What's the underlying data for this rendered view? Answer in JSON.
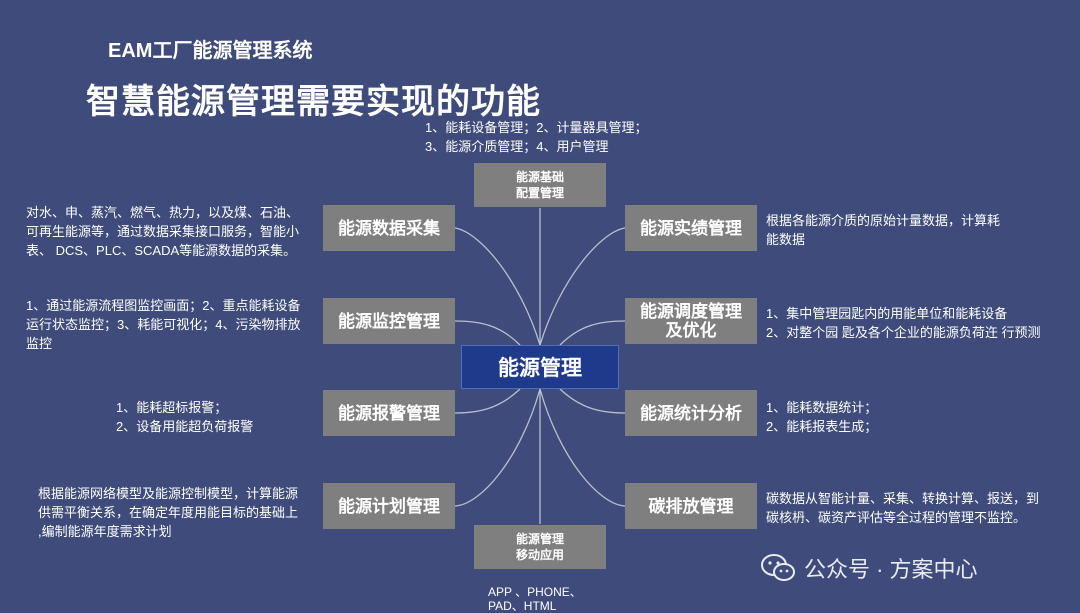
{
  "header": {
    "subtitle": "EAM工厂能源管理系统",
    "title": "智慧能源管理需要实现的功能"
  },
  "center": {
    "label": "能源管理"
  },
  "top_node": {
    "label_line1": "能源基础",
    "label_line2": "配置管理",
    "desc_line1": "1、能耗设备管理；2、计量器具管理；",
    "desc_line2": "3、能源介质管理；4、用户管理"
  },
  "bottom_node": {
    "label_line1": "能源管理",
    "label_line2": "移动应用",
    "desc_line1": "APP 、PHONE、",
    "desc_line2": "PAD、HTML"
  },
  "left_nodes": [
    {
      "label": "能源数据采集",
      "desc": [
        "对水、申、蒸汽、燃气、热力，以及煤、石油、",
        "可再生能源等，通过数据采集接口服务，智能小",
        "表、 DCS、PLC、SCADA等能源数据的采集。"
      ]
    },
    {
      "label": "能源监控管理",
      "desc": [
        "1、通过能源流程图监控画面；2、重点能耗设备",
        "运行状态监控；3、耗能可视化；4、污染物排放",
        "监控"
      ]
    },
    {
      "label": "能源报警管理",
      "desc": [
        "1、能耗超标报警；",
        "2、设备用能超负荷报警"
      ]
    },
    {
      "label": "能源计划管理",
      "desc": [
        "根据能源网络模型及能源控制模型，计算能源",
        "供需平衡关系，在确定年度用能目标的基础上",
        ",编制能源年度需求计划"
      ]
    }
  ],
  "right_nodes": [
    {
      "label_line1": "能源实绩管理",
      "label_line2": "",
      "desc": [
        "根据各能源介质的原始计量数据，计算耗",
        "能数据"
      ]
    },
    {
      "label_line1": "能源调度管理",
      "label_line2": "及优化",
      "desc": [
        "1、集中管理园匙内的用能单位和能耗设备",
        "2、对整个园 匙及各个企业的能源负荷迕 行预测"
      ]
    },
    {
      "label_line1": "能源统计分析",
      "label_line2": "",
      "desc": [
        "1、能耗数据统计；",
        "2、能耗报表生成；"
      ]
    },
    {
      "label_line1": "碳排放管理",
      "label_line2": "",
      "desc": [
        "碳数据从智能计量、采集、转换计算、报送，到",
        "碳核枬、碳资产评估等全过程的管理不监控。"
      ]
    }
  ],
  "watermark": {
    "text": "公众号 · 方案中心"
  },
  "colors": {
    "background": "#3f4b7a",
    "node": "#7f7f7f",
    "center": "#1f3a8a",
    "line": "#b9bfcf"
  }
}
